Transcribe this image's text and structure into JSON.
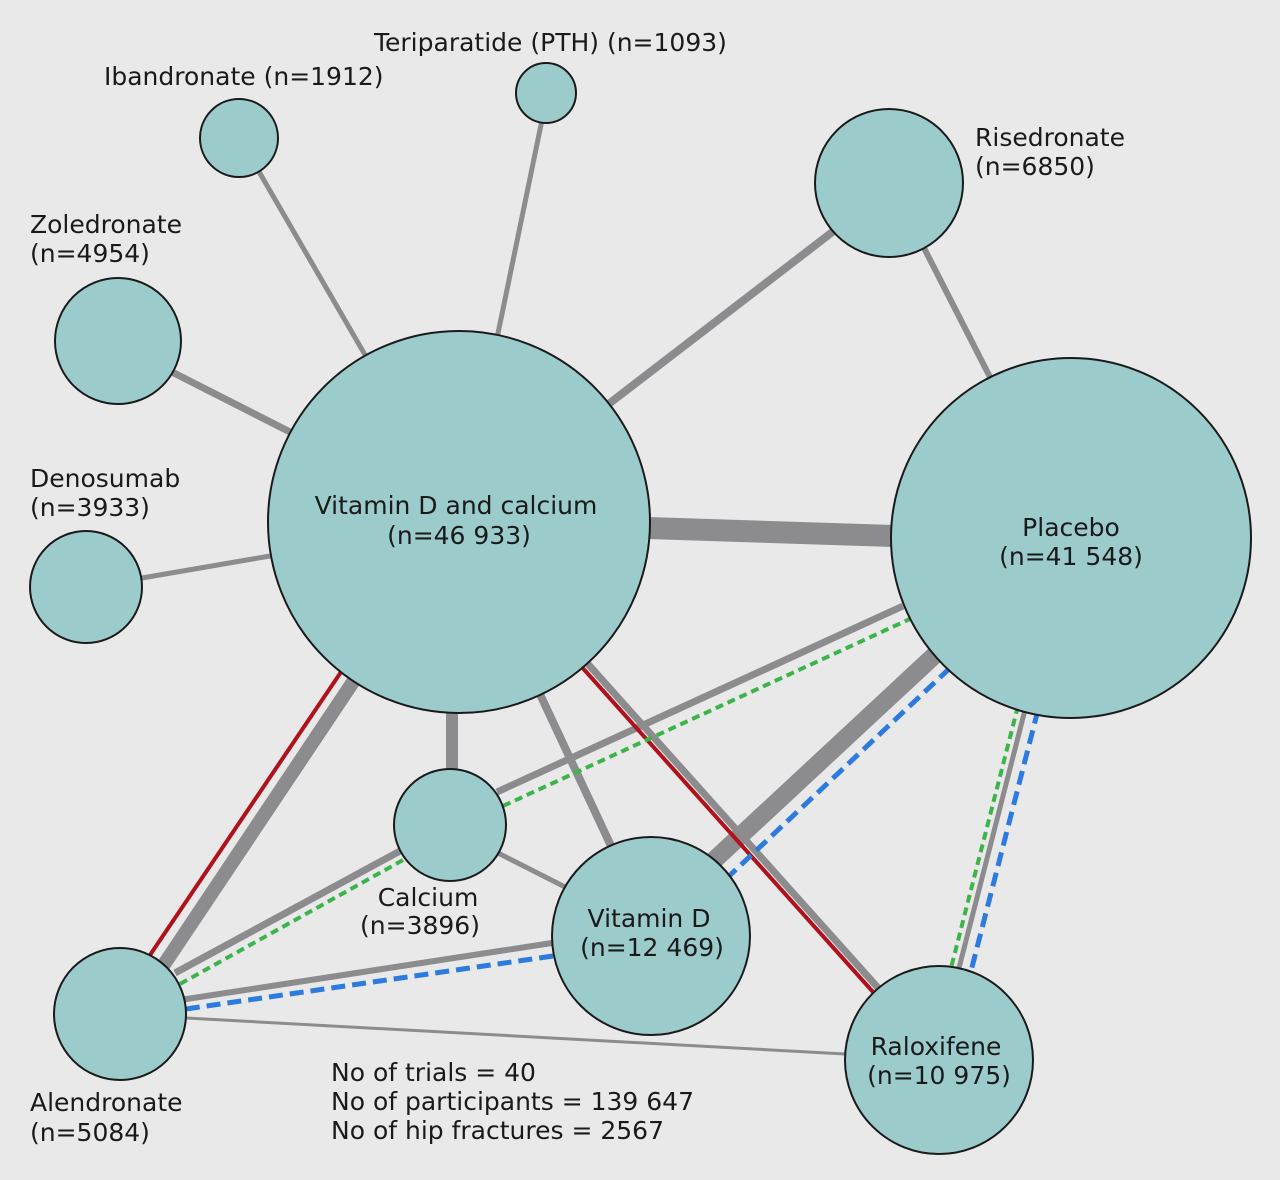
{
  "nodes": {
    "vitd_calcium": {
      "name": "Vitamin D and calcium",
      "n": "(n=46 933)"
    },
    "placebo": {
      "name": "Placebo",
      "n": "(n=41 548)"
    },
    "vitamin_d": {
      "name": "Vitamin D",
      "n": "(n=12 469)"
    },
    "raloxifene": {
      "name": "Raloxifene",
      "n": "(n=10 975)"
    },
    "alendronate": {
      "name": "Alendronate",
      "n": "(n=5084)"
    },
    "calcium": {
      "name": "Calcium",
      "n": "(n=3896)"
    },
    "denosumab": {
      "name": "Denosumab",
      "n": "(n=3933)"
    },
    "zoledronate": {
      "name": "Zoledronate",
      "n": "(n=4954)"
    },
    "ibandronate": {
      "label": "Ibandronate (n=1912)"
    },
    "teriparatide": {
      "label": "Teriparatide (PTH) (n=1093)"
    },
    "risedronate": {
      "name": "Risedronate",
      "n": "(n=6850)"
    }
  },
  "stats": {
    "trials": "No of trials = 40",
    "participants": "No of participants = 139 647",
    "hip_fractures": "No of hip fractures = 2567"
  },
  "colors": {
    "node_fill": "#9ccbcc",
    "node_stroke": "#1a1a1a",
    "edge_gray": "#8c8c8e",
    "edge_red": "#b0121b",
    "edge_green": "#3bb54a",
    "edge_blue": "#2e7be0",
    "background": "#e9e9ea"
  }
}
